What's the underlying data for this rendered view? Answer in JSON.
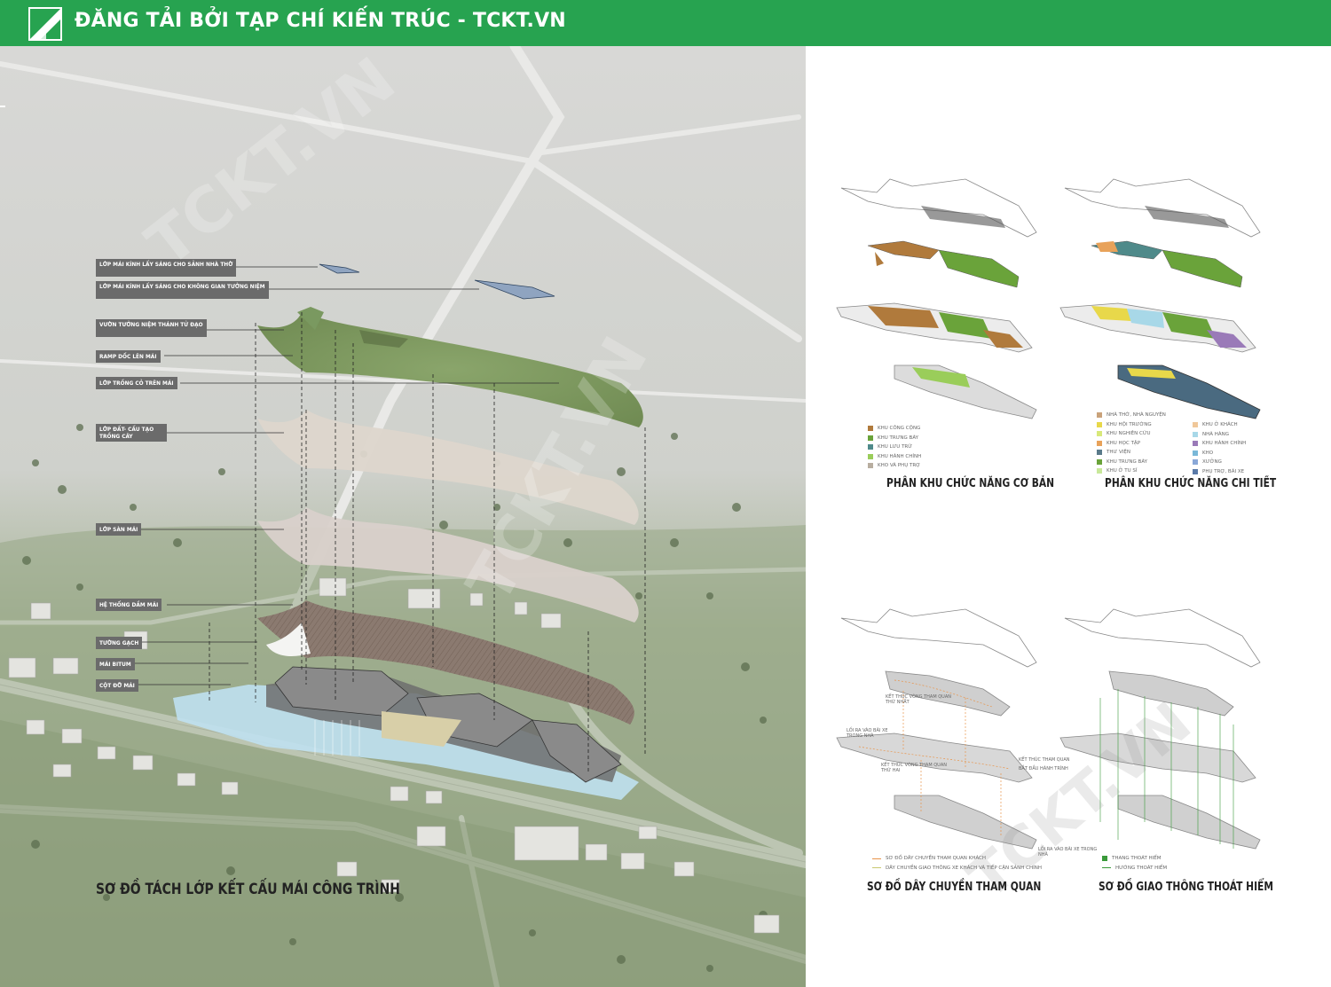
{
  "banner": {
    "title": "ĐĂNG TẢI BỞI TẠP CHÍ KIẾN TRÚC - TCKT.VN"
  },
  "watermark": "TCKT.VN",
  "layer_labels": [
    "LỚP MÁI KÍNH LẤY SÁNG CHO SẢNH NHÀ THỜ",
    "LỚP MÁI KÍNH LẤY SÁNG CHO KHÔNG GIAN TƯỞNG NIỆM",
    "VƯỜN TƯỞNG NIỆM THÁNH TỬ ĐẠO",
    "RAMP DỐC LÊN MÁI",
    "LỚP TRỒNG CỎ TRÊN MÁI",
    "LỚP ĐẤT- CẤU TẠO TRỒNG CÂY",
    "LỚP SÀN MÁI",
    "HỆ THỐNG DẦM MÁI",
    "TƯỜNG GẠCH",
    "MÁI BITUM",
    "CỘT ĐỠ MÁI"
  ],
  "captions": {
    "main": "SƠ ĐỒ TÁCH LỚP KẾT CẤU MÁI CÔNG TRÌNH",
    "basic_zoning": "PHÂN KHU CHỨC NĂNG CƠ BẢN",
    "detailed_zoning": "PHÂN KHU CHỨC NĂNG CHI TIẾT",
    "visitor_route": "SƠ ĐỒ DÂY CHUYỀN THAM QUAN",
    "evacuation": "SƠ ĐỒ GIAO THÔNG THOÁT HIỂM"
  },
  "legend_basic": [
    {
      "label": "KHU CÔNG CỘNG",
      "color": "#b07a3c"
    },
    {
      "label": "KHU TRƯNG BÀY",
      "color": "#6aa33a"
    },
    {
      "label": "KHU LƯU TRỮ",
      "color": "#4f8a8a"
    },
    {
      "label": "KHU HÀNH CHÍNH",
      "color": "#9acd5a"
    },
    {
      "label": "KHO VÀ PHỤ TRỢ",
      "color": "#b8aea0"
    }
  ],
  "legend_detail_left": [
    {
      "label": "NHÀ THỜ, NHÀ NGUYỆN",
      "color": "#c9a27a"
    },
    {
      "label": "KHU HỘI TRƯỜNG",
      "color": "#e8d84a"
    },
    {
      "label": "KHU NGHIÊN CỨU",
      "color": "#d8e87a"
    },
    {
      "label": "KHU HỌC TẬP",
      "color": "#e8a25a"
    },
    {
      "label": "THƯ VIỆN",
      "color": "#5a7a8a"
    },
    {
      "label": "KHU TRƯNG BÀY",
      "color": "#6aa33a"
    },
    {
      "label": "KHU Ở TU SĨ",
      "color": "#c8e89a"
    }
  ],
  "legend_detail_right": [
    {
      "label": "KHU Ở KHÁCH",
      "color": "#f0c89a"
    },
    {
      "label": "NHÀ HÀNG",
      "color": "#a8d8e8"
    },
    {
      "label": "KHU HÀNH CHÍNH",
      "color": "#9a7ab8"
    },
    {
      "label": "KHO",
      "color": "#7ab8d8"
    },
    {
      "label": "XƯỞNG",
      "color": "#8aa8d8"
    },
    {
      "label": "PHỤ TRỢ, BÃI XE",
      "color": "#5a7aa8"
    }
  ],
  "route_notes": [
    "KẾT THÚC VÒNG THAM QUAN THỨ NHẤT",
    "LỐI RA VÀO BÃI XE TRONG NHÀ",
    "KẾT THÚC VÒNG THAM QUAN THỨ HAI",
    "KẾT THÚC THAM QUAN",
    "BẮT ĐẦU HÀNH TRÌNH",
    "LỐI RA VÀO BÃI XE TRONG NHÀ"
  ],
  "legend_route": [
    {
      "label": "SƠ ĐỒ DÂY CHUYỀN THAM QUAN KHÁCH",
      "color": "#e8944a"
    },
    {
      "label": "DÂY CHUYỀN GIAO THÔNG XE KHÁCH VÀ TIẾP CẬN SẢNH CHÍNH",
      "color": "#c8c870"
    }
  ],
  "legend_evac": [
    {
      "label": "THANG THOÁT HIỂM",
      "color": "#3a9a3a"
    },
    {
      "label": "HƯỚNG THOÁT HIỂM",
      "color": "#3a9a3a"
    }
  ]
}
